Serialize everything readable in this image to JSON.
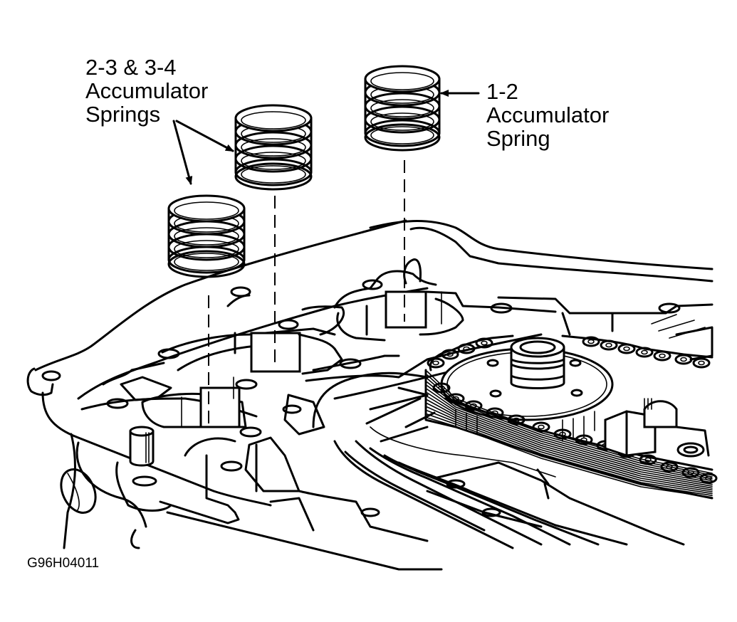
{
  "diagram": {
    "callouts": [
      {
        "id": "left",
        "lines": [
          "2-3 & 3-4",
          "Accumulator",
          "Springs"
        ]
      },
      {
        "id": "right",
        "lines": [
          "1-2",
          "Accumulator",
          "Spring"
        ]
      }
    ],
    "figure_id": "G96H04011",
    "parts": [
      "2-3 accumulator spring",
      "3-4 accumulator spring",
      "1-2 accumulator spring",
      "valve body",
      "drive chain",
      "sprocket"
    ],
    "colors": {
      "line": "#000000",
      "background": "#ffffff"
    }
  }
}
